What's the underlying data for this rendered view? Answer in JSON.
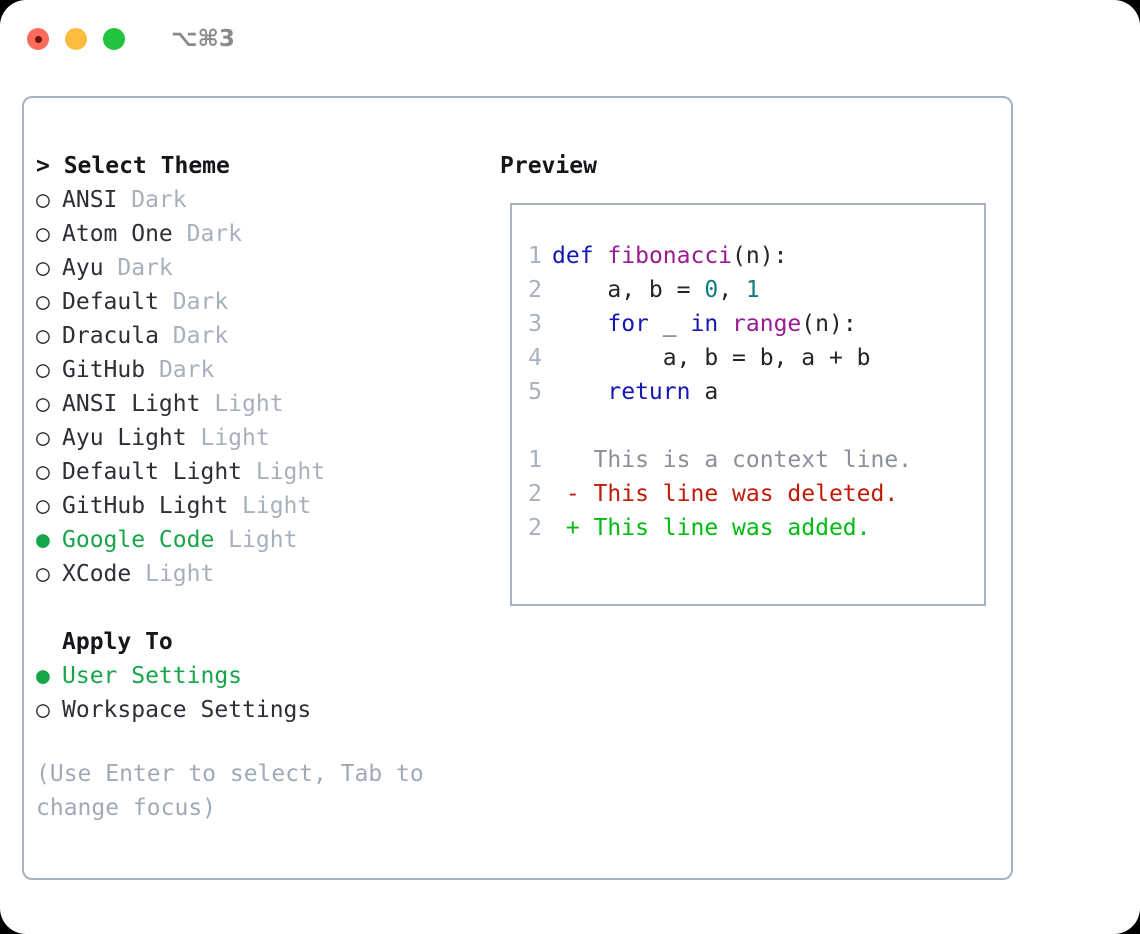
{
  "titlebar": {
    "shortcut": "⌥⌘3",
    "buttons": [
      {
        "name": "close",
        "color": "#fd6b5f"
      },
      {
        "name": "minimize",
        "color": "#fcbd3f"
      },
      {
        "name": "maximize",
        "color": "#22c33e"
      }
    ]
  },
  "colors": {
    "panel_border": "#a9b3bf",
    "selected_green": "#17a549",
    "tag_gray": "#a7b0bd",
    "hint_gray": "#a0aab7",
    "keyword_blue": "#1616b0",
    "function_magenta": "#9a1a8f",
    "number_teal": "#0d7c7c",
    "diff_delete_red": "#c01a09",
    "diff_add_green": "#00bb11"
  },
  "theme_picker": {
    "header": "> Select Theme",
    "bullet_selected": "●",
    "bullet_unselected": "○",
    "items": [
      {
        "bullet": "○",
        "name": "ANSI",
        "tag": "Dark",
        "selected": false
      },
      {
        "bullet": "○",
        "name": "Atom One",
        "tag": "Dark",
        "selected": false
      },
      {
        "bullet": "○",
        "name": "Ayu",
        "tag": "Dark",
        "selected": false
      },
      {
        "bullet": "○",
        "name": "Default",
        "tag": "Dark",
        "selected": false
      },
      {
        "bullet": "○",
        "name": "Dracula",
        "tag": "Dark",
        "selected": false
      },
      {
        "bullet": "○",
        "name": "GitHub",
        "tag": "Dark",
        "selected": false
      },
      {
        "bullet": "○",
        "name": "ANSI Light",
        "tag": "Light",
        "selected": false
      },
      {
        "bullet": "○",
        "name": "Ayu Light",
        "tag": "Light",
        "selected": false
      },
      {
        "bullet": "○",
        "name": "Default Light",
        "tag": "Light",
        "selected": false
      },
      {
        "bullet": "○",
        "name": "GitHub Light",
        "tag": "Light",
        "selected": false
      },
      {
        "bullet": "●",
        "name": "Google Code",
        "tag": "Light",
        "selected": true
      },
      {
        "bullet": "○",
        "name": "XCode",
        "tag": "Light",
        "selected": false
      }
    ]
  },
  "apply_to": {
    "header": "Apply To",
    "items": [
      {
        "bullet": "●",
        "name": "User Settings",
        "selected": true
      },
      {
        "bullet": "○",
        "name": "Workspace Settings",
        "selected": false
      }
    ]
  },
  "hint": "(Use Enter to select, Tab to change focus)",
  "preview": {
    "title": "Preview",
    "code_lines": [
      {
        "lno": "1",
        "tokens": [
          {
            "t": "def",
            "c": "kw"
          },
          {
            "t": " ",
            "c": "pl"
          },
          {
            "t": "fibonacci",
            "c": "fn"
          },
          {
            "t": "(n):",
            "c": "pl"
          }
        ]
      },
      {
        "lno": "2",
        "tokens": [
          {
            "t": "    a, b = ",
            "c": "pl"
          },
          {
            "t": "0",
            "c": "num"
          },
          {
            "t": ", ",
            "c": "pl"
          },
          {
            "t": "1",
            "c": "num"
          }
        ]
      },
      {
        "lno": "3",
        "tokens": [
          {
            "t": "    ",
            "c": "pl"
          },
          {
            "t": "for",
            "c": "kw"
          },
          {
            "t": " _ ",
            "c": "pl"
          },
          {
            "t": "in",
            "c": "kw"
          },
          {
            "t": " ",
            "c": "pl"
          },
          {
            "t": "range",
            "c": "fn"
          },
          {
            "t": "(n):",
            "c": "pl"
          }
        ]
      },
      {
        "lno": "4",
        "tokens": [
          {
            "t": "        a, b = b, a + b",
            "c": "pl"
          }
        ]
      },
      {
        "lno": "5",
        "tokens": [
          {
            "t": "    ",
            "c": "pl"
          },
          {
            "t": "return",
            "c": "kw"
          },
          {
            "t": " a",
            "c": "pl"
          }
        ]
      }
    ],
    "diff_lines": [
      {
        "lno": "1",
        "marker": " ",
        "text": "This is a context line.",
        "kind": "ctx"
      },
      {
        "lno": "2",
        "marker": "-",
        "text": "This line was deleted.",
        "kind": "del"
      },
      {
        "lno": "2",
        "marker": "+",
        "text": "This line was added.",
        "kind": "add"
      }
    ]
  }
}
